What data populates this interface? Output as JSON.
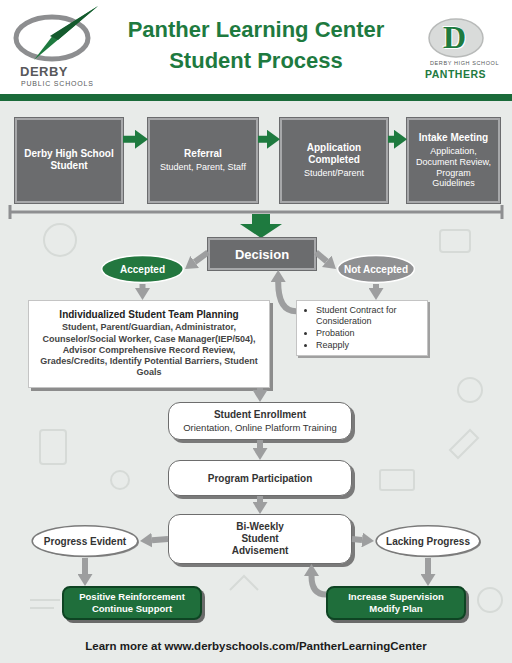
{
  "diagram": {
    "title": "Panther Learning Center Student Process",
    "caption": "Learn more at www.derbyschools.com/PantherLearningCenter",
    "nodes": [
      {
        "text": [
          "Derby High School Student"
        ]
      },
      {
        "text": [
          "Referral",
          "Student, Parent, Staff"
        ]
      },
      {
        "text": [
          "Application Completed",
          "Student/Parent"
        ]
      },
      {
        "text": [
          "Intake Meeting",
          "Application, Document Review, Program Guidelines"
        ]
      },
      {
        "text": [
          "Decision"
        ]
      },
      {
        "text": [
          "Accepted"
        ]
      },
      {
        "text": [
          "Not Accepted"
        ]
      },
      {
        "text": [
          "Individualized Student Team Planning",
          "Student, Parent/Guardian, Administrator, Counselor/Social Worker, Case Manager(IEP/504), Advisor Comprehensive Record Review, Grades/Credits, Identify Potential Barriers, Student Goals"
        ]
      },
      {
        "text": [
          "Student Contract for Consideration",
          "Probation",
          "Reapply"
        ]
      },
      {
        "text": [
          "Student Enrollment",
          "Orientation, Online Platform Training"
        ]
      },
      {
        "text": [
          "Program Participation"
        ]
      },
      {
        "text": [
          "Bi-Weekly Student Advisement"
        ]
      },
      {
        "text": [
          "Progress Evident"
        ]
      },
      {
        "text": [
          "Lacking Progress"
        ]
      },
      {
        "text": [
          "Positive Reinforcement Continue Support"
        ]
      },
      {
        "text": [
          "Increase Supervision Modify Plan"
        ]
      }
    ],
    "edges": [
      {
        "from": 0,
        "to": 1,
        "arrow": "to"
      },
      {
        "from": 1,
        "to": 2,
        "arrow": "to"
      },
      {
        "from": 2,
        "to": 3,
        "arrow": "to"
      },
      {
        "from": 4,
        "to": 5,
        "arrow": "to"
      },
      {
        "from": 4,
        "to": 6,
        "arrow": "to"
      },
      {
        "from": 5,
        "to": 7,
        "arrow": "to"
      },
      {
        "from": 6,
        "to": 8,
        "arrow": "to"
      },
      {
        "from": 8,
        "to": 4,
        "arrow": "to"
      },
      {
        "from": 7,
        "to": 9,
        "arrow": "to"
      },
      {
        "from": 9,
        "to": 10,
        "arrow": "to"
      },
      {
        "from": 10,
        "to": 11,
        "arrow": "to"
      },
      {
        "from": 11,
        "to": 12,
        "arrow": "to"
      },
      {
        "from": 11,
        "to": 13,
        "arrow": "to"
      },
      {
        "from": 12,
        "to": 14,
        "arrow": "to"
      },
      {
        "from": 13,
        "to": 15,
        "arrow": "to"
      },
      {
        "from": 15,
        "to": 11,
        "arrow": "to"
      }
    ],
    "labels": [
      "DERBY",
      "PUBLIC SCHOOLS",
      "D",
      "DERBY HIGH SCHOOL",
      "PANTHERS"
    ]
  }
}
